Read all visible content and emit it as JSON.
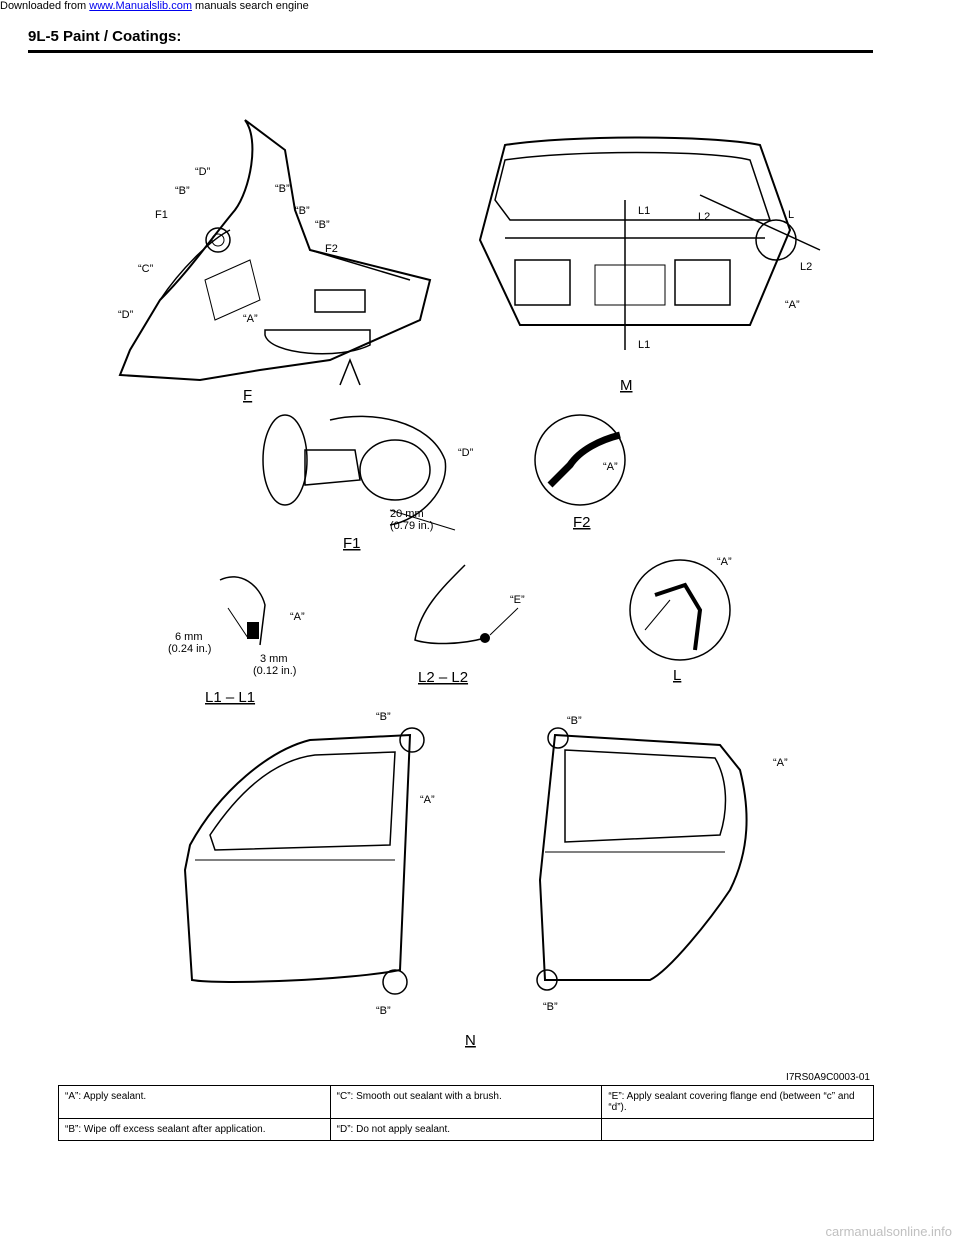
{
  "topline": {
    "prefix": "Downloaded from ",
    "link": "www.Manualslib.com",
    "suffix": " manuals search engine"
  },
  "header": {
    "title": "9L-5   Paint / Coatings:"
  },
  "figure": {
    "views": {
      "F": "F",
      "M": "M",
      "F1": "F1",
      "F2": "F2",
      "L1L1": "L1 – L1",
      "L2L2": "L2 – L2",
      "L": "L",
      "N": "N"
    },
    "callouts": {
      "A": "“A”",
      "B": "“B”",
      "C": "“C”",
      "D": "“D”",
      "E": "“E”",
      "F1_marker": "F1",
      "F2_marker": "F2",
      "L1_marker": "L1",
      "L2_marker": "L2",
      "L_marker": "L"
    },
    "dimensions": {
      "d20_mm": "20 mm",
      "d20_in": "(0.79 in.)",
      "d6_mm": "6 mm",
      "d6_in": "(0.24 in.)",
      "d3_mm": "3 mm",
      "d3_in": "(0.12 in.)"
    },
    "code": "I7RS0A9C0003-01"
  },
  "legend": {
    "rows": [
      [
        "“A”:   Apply sealant.",
        "“C”:   Smooth out sealant with a brush.",
        "“E”:   Apply sealant covering flange end (between “c” and “d”)."
      ],
      [
        "“B”:   Wipe off excess sealant after application.",
        "“D”:   Do not apply sealant.",
        ""
      ]
    ]
  },
  "footer": {
    "watermark": "carmanualsonline.info"
  }
}
